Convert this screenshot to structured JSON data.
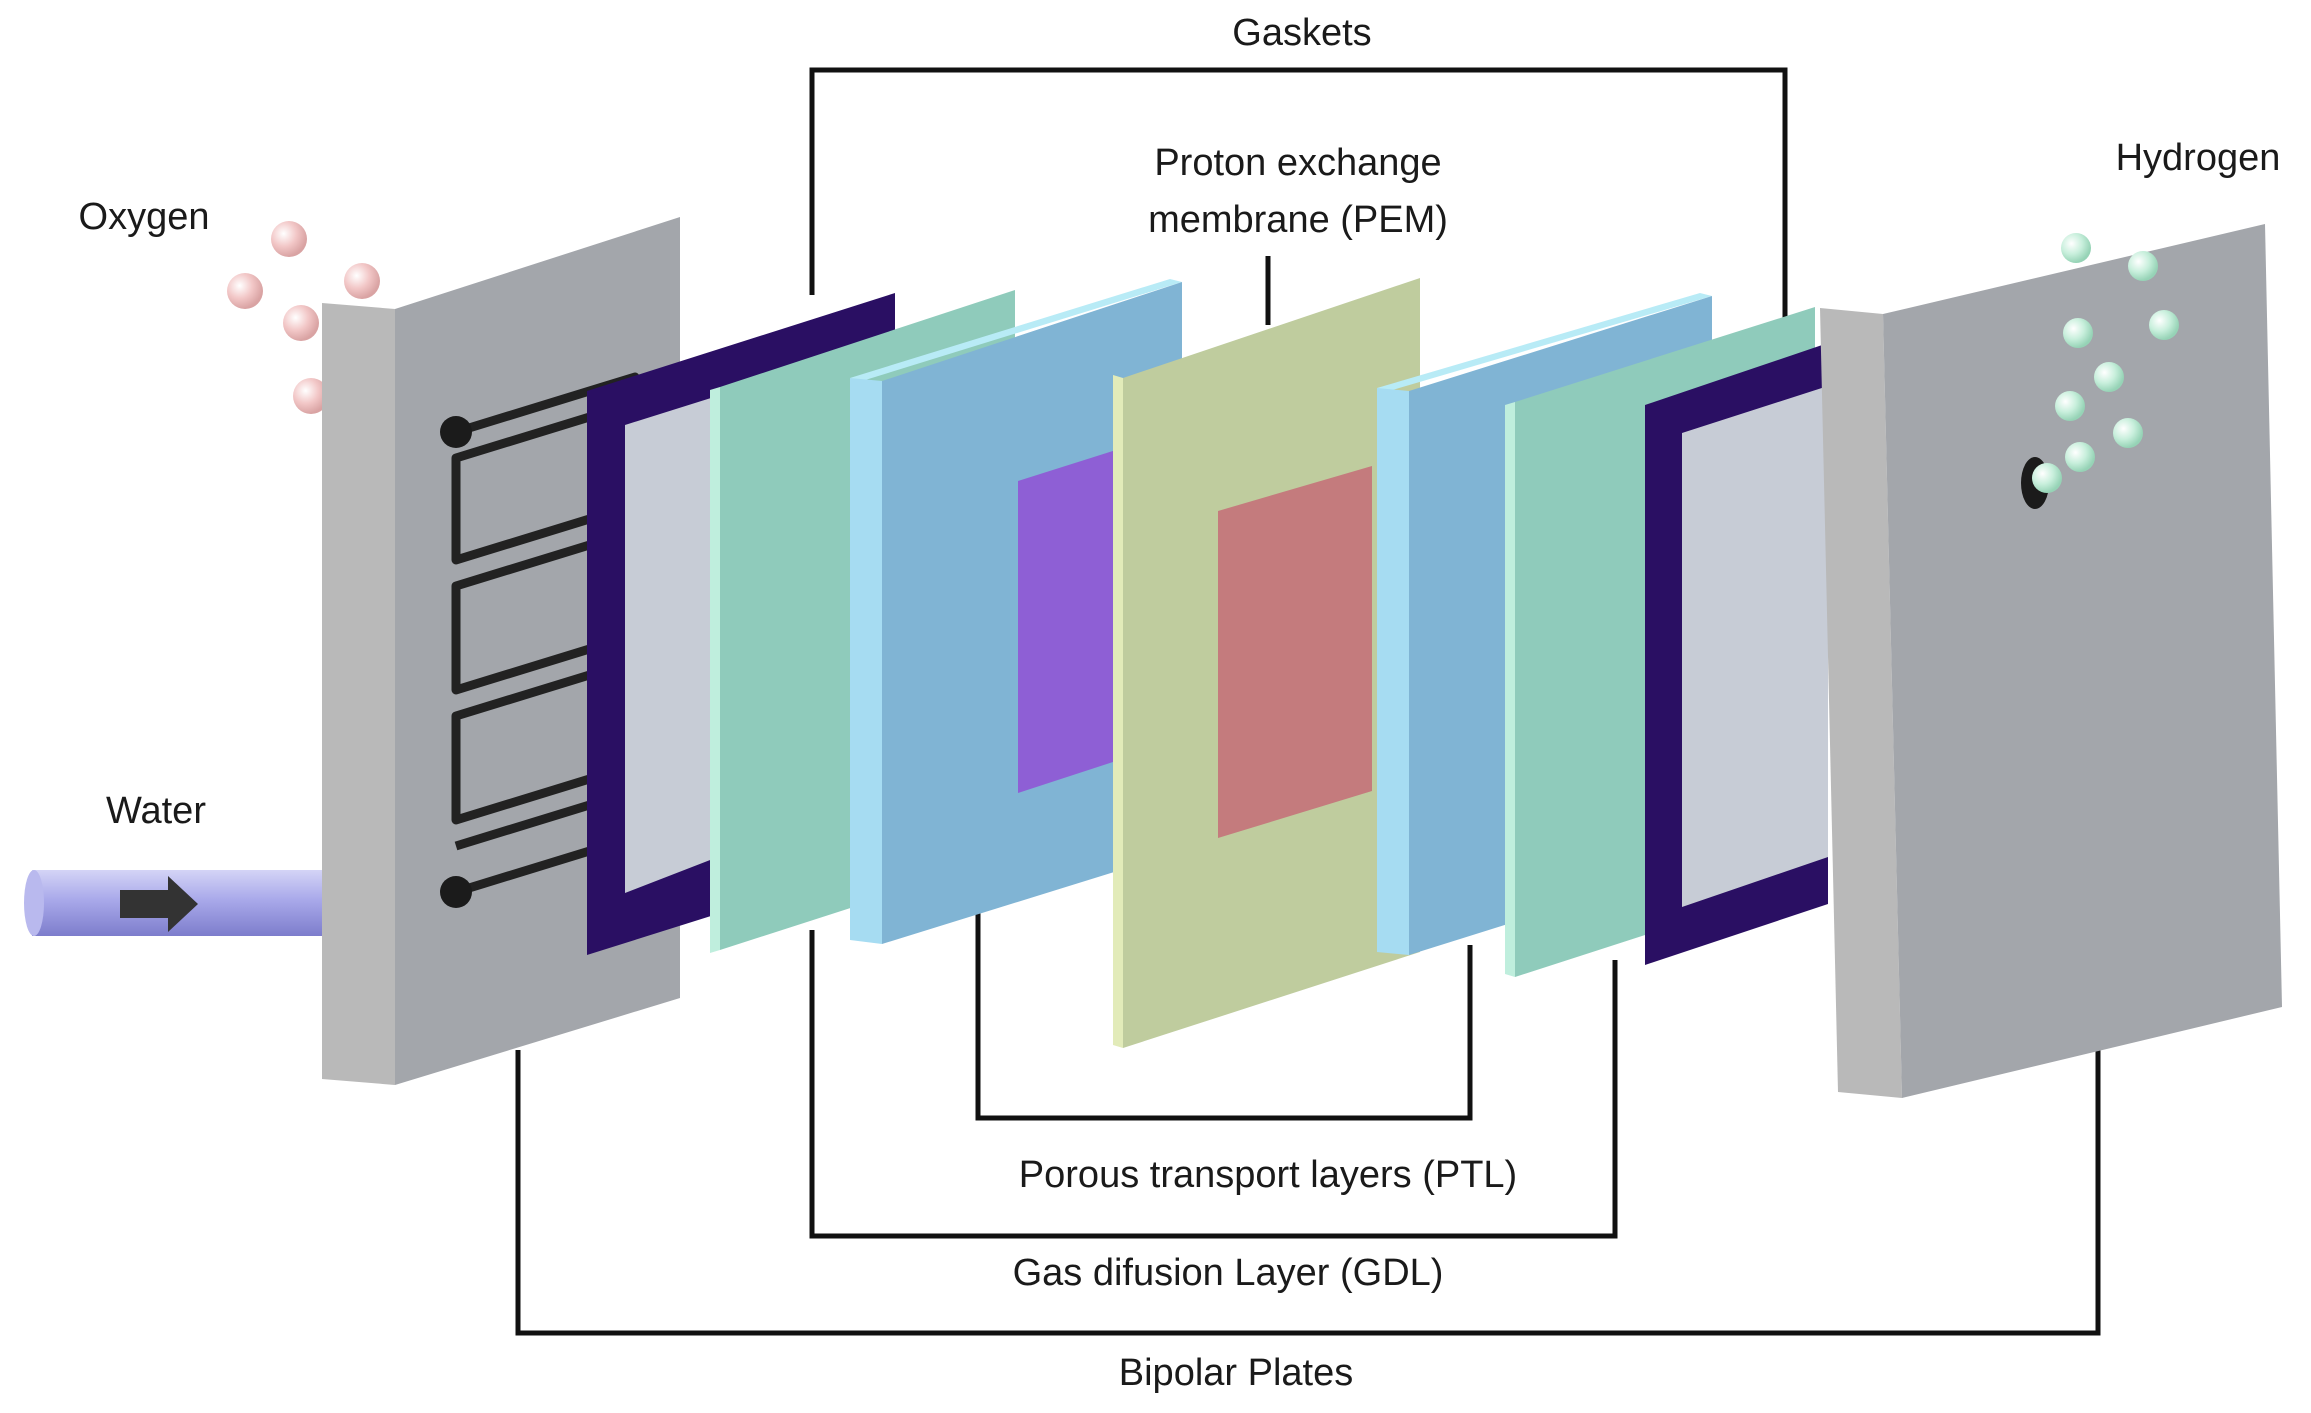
{
  "labels": {
    "gaskets": "Gaskets",
    "pem_line1": "Proton exchange",
    "pem_line2": "membrane (PEM)",
    "oxygen": "Oxygen",
    "hydrogen": "Hydrogen",
    "water": "Water",
    "ptl": "Porous transport layers (PTL)",
    "gdl": "Gas difusion Layer (GDL)",
    "bipolar": "Bipolar Plates"
  },
  "colors": {
    "bipolar_plate_face": "#a3a6ab",
    "bipolar_plate_edge": "#b9b9b9",
    "gasket_frame": "#2a0f63",
    "gasket_window": "#c7ccd6",
    "gdl": "#8fcbbb",
    "ptl": "#80b4d4",
    "ptl_edge": "#a6dcf2",
    "pem": "#bfcc9e",
    "anode_catalyst": "#8e5fd5",
    "cathode_catalyst": "#c47b7d",
    "oxygen_bubble": "#f2c7c7",
    "hydrogen_bubble": "#c8efdc",
    "water_pipe": "#a6a6e8",
    "leader_line": "#111111"
  },
  "icons": {
    "flow_channel": "serpentine-flow-channel-icon",
    "water_arrow": "arrow-right-icon",
    "hydrogen_outlet": "outlet-port-icon"
  }
}
